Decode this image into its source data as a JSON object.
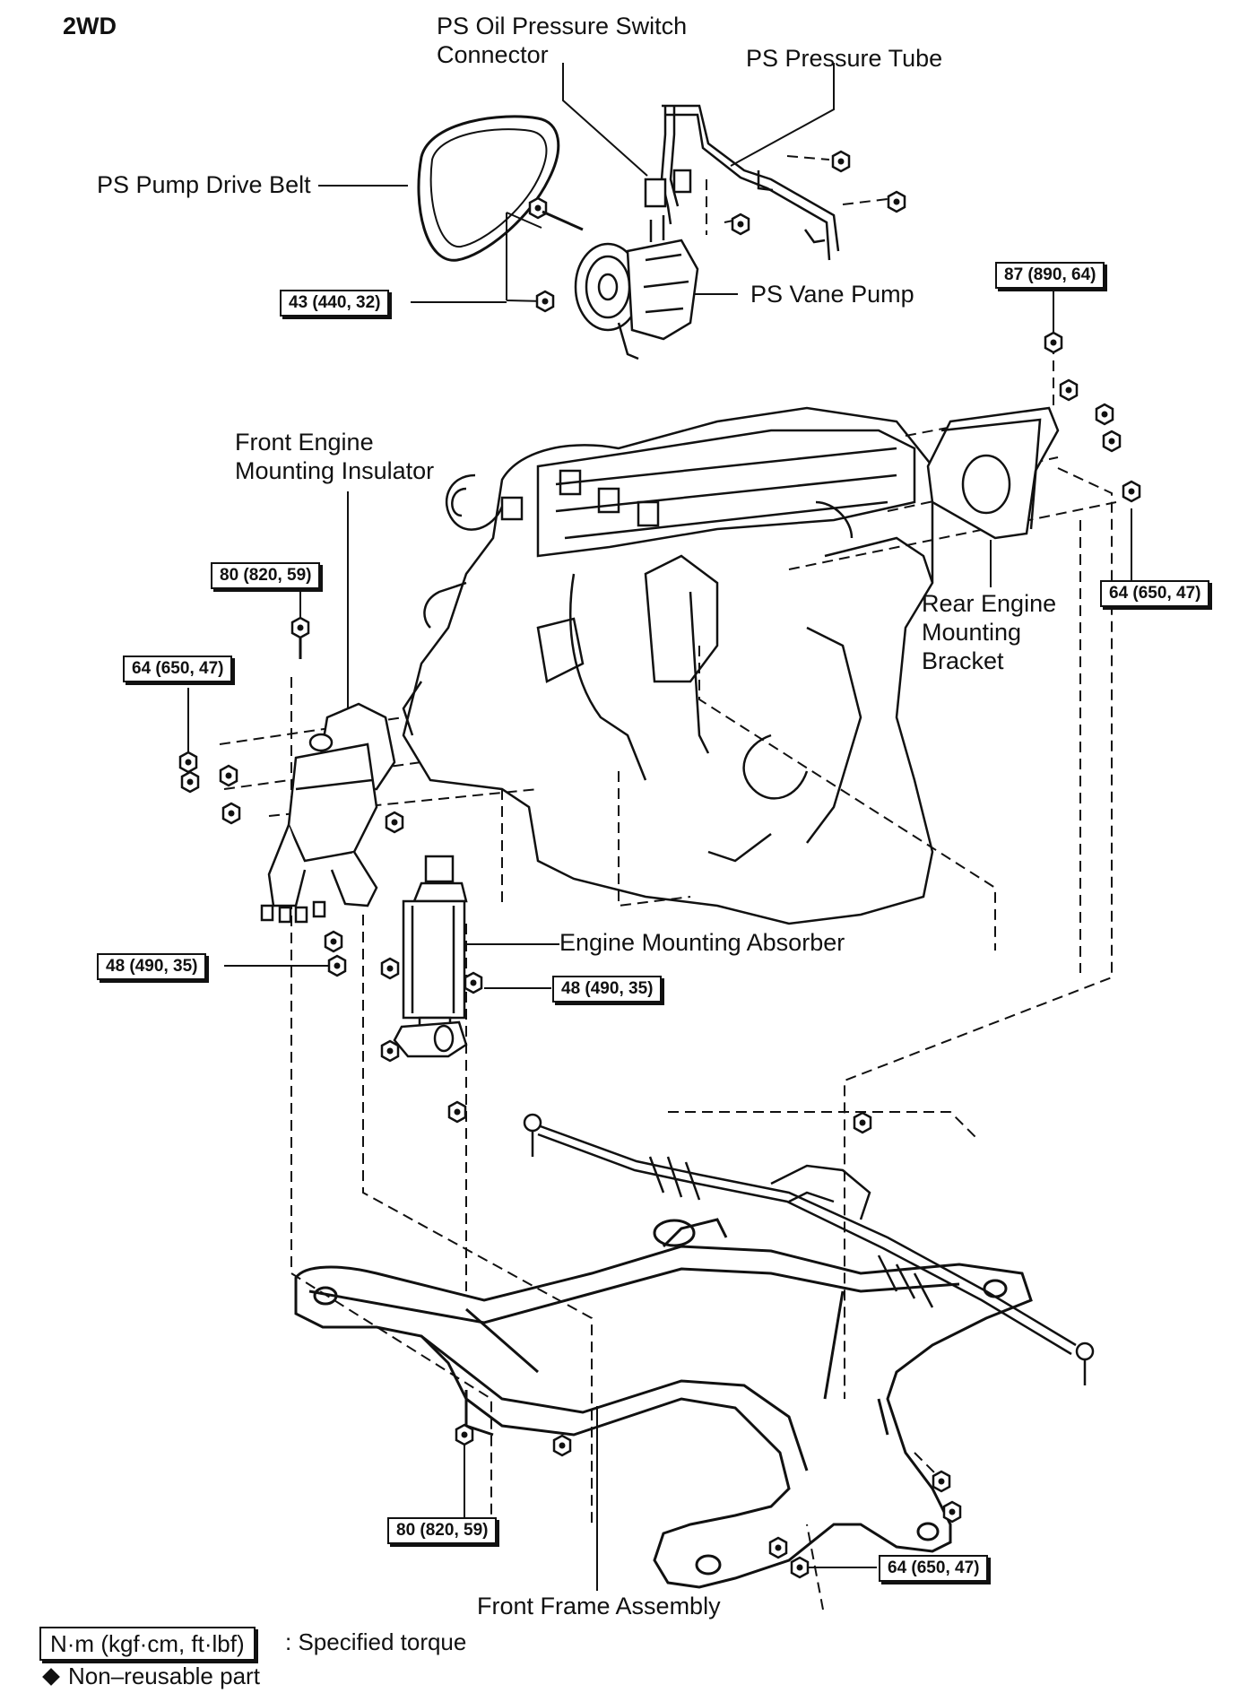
{
  "header": {
    "title": "2WD"
  },
  "labels": {
    "oil_switch_line1": "PS Oil Pressure Switch",
    "oil_switch_line2": "Connector",
    "pressure_tube": "PS Pressure Tube",
    "drive_belt": "PS Pump Drive Belt",
    "vane_pump": "PS Vane Pump",
    "front_insulator_line1": "Front Engine",
    "front_insulator_line2": "Mounting Insulator",
    "rear_bracket_line1": "Rear Engine",
    "rear_bracket_line2": "Mounting",
    "rear_bracket_line3": "Bracket",
    "absorber": "Engine Mounting Absorber",
    "front_frame": "Front Frame Assembly"
  },
  "torques": {
    "pump_bolts": "43 (440, 32)",
    "rear_top": "87 (890, 64)",
    "rear_side": "64 (650, 47)",
    "front_insulator_top": "80 (820, 59)",
    "front_insulator_side": "64 (650, 47)",
    "absorber_left": "48 (490, 35)",
    "absorber_right": "48 (490, 35)",
    "frame_left": "80 (820, 59)",
    "frame_right": "64 (650, 47)"
  },
  "legend": {
    "unit_box": "N·m (kgf·cm, ft·lbf)",
    "unit_text": ": Specified torque",
    "nonreusable": "Non–reusable part"
  }
}
